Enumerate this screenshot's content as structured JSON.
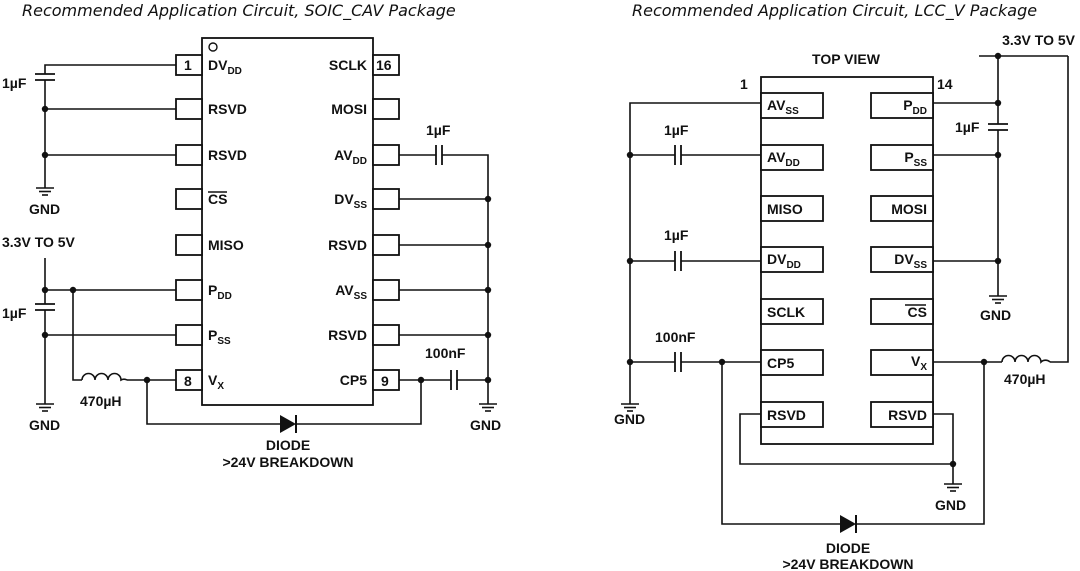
{
  "colors": {
    "line": "#111111",
    "background": "#ffffff"
  },
  "left": {
    "title": "Recommended Application Circuit, SOIC_CAV Package",
    "pin_numbers": {
      "p1": "1",
      "p16": "16",
      "p8": "8",
      "p9": "9"
    },
    "left_pins": [
      {
        "main": "DV",
        "sub": "DD"
      },
      {
        "main": "RSVD",
        "sub": ""
      },
      {
        "main": "RSVD",
        "sub": ""
      },
      {
        "main": "CS",
        "sub": "",
        "overbar": true
      },
      {
        "main": "MISO",
        "sub": ""
      },
      {
        "main": "P",
        "sub": "DD"
      },
      {
        "main": "P",
        "sub": "SS"
      },
      {
        "main": "V",
        "sub": "X"
      }
    ],
    "right_pins": [
      {
        "main": "SCLK",
        "sub": ""
      },
      {
        "main": "MOSI",
        "sub": ""
      },
      {
        "main": "AV",
        "sub": "DD"
      },
      {
        "main": "DV",
        "sub": "SS"
      },
      {
        "main": "RSVD",
        "sub": ""
      },
      {
        "main": "AV",
        "sub": "SS"
      },
      {
        "main": "RSVD",
        "sub": ""
      },
      {
        "main": "CP5",
        "sub": ""
      }
    ],
    "cap_top": "1µF",
    "cap_avdd": "1µF",
    "cap_pdd": "1µF",
    "cap_cp5": "100nF",
    "supply": "3.3V TO 5V",
    "inductor": "470µH",
    "gnd": "GND",
    "diode_line1": "DIODE",
    "diode_line2": ">24V BREAKDOWN"
  },
  "right": {
    "title": "Recommended Application Circuit, LCC_V Package",
    "top_view": "TOP VIEW",
    "supply": "3.3V TO 5V",
    "pin_numbers": {
      "p1": "1",
      "p14": "14"
    },
    "left_pins": [
      {
        "main": "AV",
        "sub": "SS"
      },
      {
        "main": "AV",
        "sub": "DD"
      },
      {
        "main": "MISO",
        "sub": ""
      },
      {
        "main": "DV",
        "sub": "DD"
      },
      {
        "main": "SCLK",
        "sub": ""
      },
      {
        "main": "CP5",
        "sub": ""
      },
      {
        "main": "RSVD",
        "sub": ""
      }
    ],
    "right_pins": [
      {
        "main": "P",
        "sub": "DD"
      },
      {
        "main": "P",
        "sub": "SS"
      },
      {
        "main": "MOSI",
        "sub": ""
      },
      {
        "main": "DV",
        "sub": "SS"
      },
      {
        "main": "CS",
        "sub": "",
        "overbar": true
      },
      {
        "main": "V",
        "sub": "X"
      },
      {
        "main": "RSVD",
        "sub": ""
      }
    ],
    "cap_avdd": "1µF",
    "cap_dvdd": "1µF",
    "cap_cp5": "100nF",
    "cap_pdd": "1µF",
    "inductor": "470µH",
    "gnd": "GND",
    "diode_line1": "DIODE",
    "diode_line2": ">24V BREAKDOWN"
  }
}
